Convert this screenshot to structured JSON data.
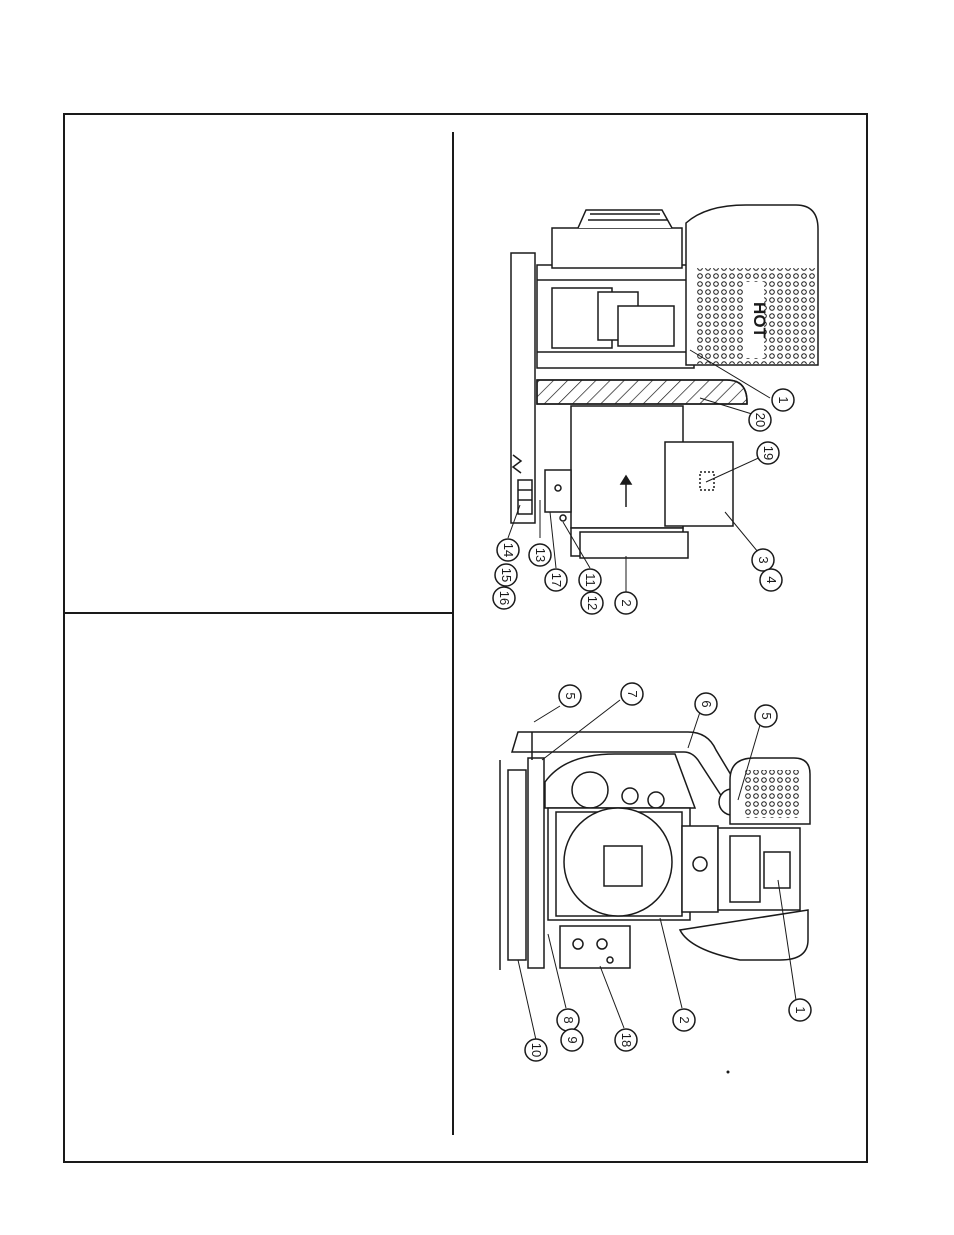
{
  "page": {
    "left_panel_top_text": "",
    "left_panel_bottom_text": ""
  },
  "diagram": {
    "side_view": {
      "hot_label": "HOT",
      "callouts": [
        "1",
        "20",
        "19",
        "3",
        "4",
        "2",
        "11",
        "12",
        "17",
        "13",
        "14",
        "15",
        "16"
      ]
    },
    "top_view": {
      "callouts": [
        "5",
        "7",
        "6",
        "5",
        "1",
        "2",
        "18",
        "8",
        "9",
        "10"
      ]
    }
  },
  "colors": {
    "ink": "#1a1a1a",
    "paper": "#ffffff"
  }
}
